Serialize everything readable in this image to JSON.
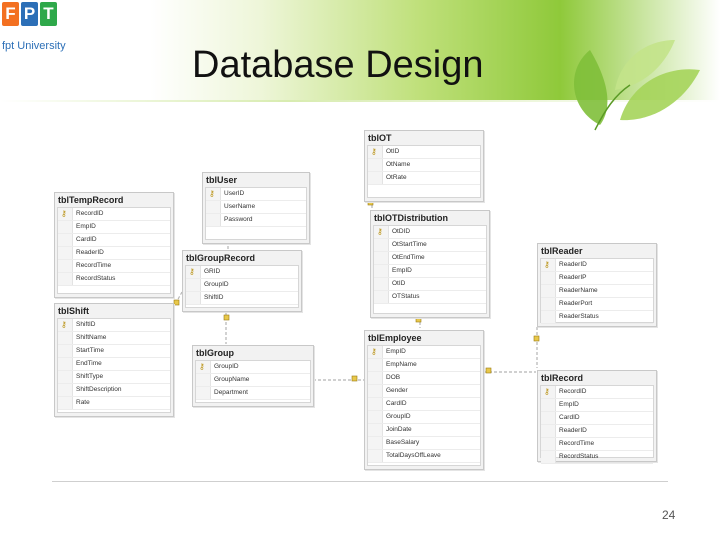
{
  "header": {
    "logo_letters": [
      "F",
      "P",
      "T"
    ],
    "logo_colors": [
      "#f37021",
      "#2c6fb7",
      "#2ea84a"
    ],
    "logo_subtitle": "fpt University"
  },
  "slide": {
    "title": "Database Design",
    "page_number": "24"
  },
  "diagram": {
    "tables": [
      {
        "name": "tblOT",
        "columns": [
          {
            "label": "OtID",
            "pk": true
          },
          {
            "label": "OtName",
            "pk": false
          },
          {
            "label": "OtRate",
            "pk": false
          }
        ]
      },
      {
        "name": "tblUser",
        "columns": [
          {
            "label": "UserID",
            "pk": true
          },
          {
            "label": "UserName",
            "pk": false
          },
          {
            "label": "Password",
            "pk": false
          }
        ]
      },
      {
        "name": "tblTempRecord",
        "columns": [
          {
            "label": "RecordID",
            "pk": true
          },
          {
            "label": "EmpID",
            "pk": false
          },
          {
            "label": "CardID",
            "pk": false
          },
          {
            "label": "ReaderID",
            "pk": false
          },
          {
            "label": "RecordTime",
            "pk": false
          },
          {
            "label": "RecordStatus",
            "pk": false
          }
        ]
      },
      {
        "name": "tblOTDistribution",
        "columns": [
          {
            "label": "OtDID",
            "pk": true
          },
          {
            "label": "OtStartTime",
            "pk": false
          },
          {
            "label": "OtEndTime",
            "pk": false
          },
          {
            "label": "EmpID",
            "pk": false
          },
          {
            "label": "OtID",
            "pk": false
          },
          {
            "label": "OTStatus",
            "pk": false
          }
        ]
      },
      {
        "name": "tblGroupRecord",
        "columns": [
          {
            "label": "GRID",
            "pk": true
          },
          {
            "label": "GroupID",
            "pk": false
          },
          {
            "label": "ShiftID",
            "pk": false
          }
        ]
      },
      {
        "name": "tblReader",
        "columns": [
          {
            "label": "ReaderID",
            "pk": true
          },
          {
            "label": "ReaderIP",
            "pk": false
          },
          {
            "label": "ReaderName",
            "pk": false
          },
          {
            "label": "ReaderPort",
            "pk": false
          },
          {
            "label": "ReaderStatus",
            "pk": false
          }
        ]
      },
      {
        "name": "tblShift",
        "columns": [
          {
            "label": "ShiftID",
            "pk": true
          },
          {
            "label": "ShiftName",
            "pk": false
          },
          {
            "label": "StartTime",
            "pk": false
          },
          {
            "label": "EndTime",
            "pk": false
          },
          {
            "label": "ShiftType",
            "pk": false
          },
          {
            "label": "ShiftDescription",
            "pk": false
          },
          {
            "label": "Rate",
            "pk": false
          }
        ]
      },
      {
        "name": "tblGroup",
        "columns": [
          {
            "label": "GroupID",
            "pk": true
          },
          {
            "label": "GroupName",
            "pk": false
          },
          {
            "label": "Department",
            "pk": false
          }
        ]
      },
      {
        "name": "tblEmployee",
        "columns": [
          {
            "label": "EmpID",
            "pk": true
          },
          {
            "label": "EmpName",
            "pk": false
          },
          {
            "label": "DOB",
            "pk": false
          },
          {
            "label": "Gender",
            "pk": false
          },
          {
            "label": "CardID",
            "pk": false
          },
          {
            "label": "GroupID",
            "pk": false
          },
          {
            "label": "JoinDate",
            "pk": false
          },
          {
            "label": "BaseSalary",
            "pk": false
          },
          {
            "label": "TotalDaysOffLeave",
            "pk": false
          }
        ]
      },
      {
        "name": "tblRecord",
        "columns": [
          {
            "label": "RecordID",
            "pk": true
          },
          {
            "label": "EmpID",
            "pk": false
          },
          {
            "label": "CardID",
            "pk": false
          },
          {
            "label": "ReaderID",
            "pk": false
          },
          {
            "label": "RecordTime",
            "pk": false
          },
          {
            "label": "RecordStatus",
            "pk": false
          }
        ]
      }
    ]
  },
  "colors": {
    "accent_green": "#8fc93a",
    "key_gold": "#b8900f"
  }
}
